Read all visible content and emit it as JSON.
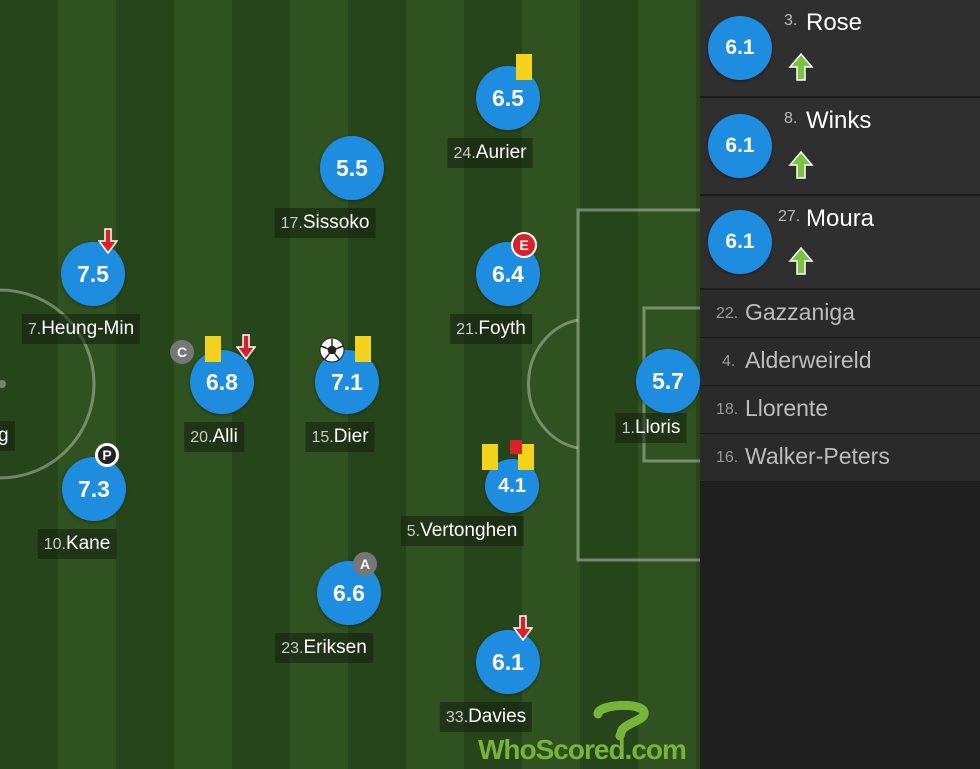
{
  "colors": {
    "rating_bg": "#1e8de0",
    "pitch_dark": "#27451a",
    "pitch_light": "#2f5220",
    "yellow_card": "#f2d21b",
    "red": "#d8222a",
    "sub_on_green": "#7bc142",
    "watermark_green": "#79b43a"
  },
  "players": [
    {
      "rating": "7.5",
      "number": "7.",
      "name": "Heung-Min",
      "icons": [
        "sub-off-icon"
      ]
    },
    {
      "rating": "7.3",
      "number": "10.",
      "name": "Kane",
      "icons": [
        "missed-penalty-icon"
      ]
    },
    {
      "rating": "6.8",
      "number": "20.",
      "name": "Alli",
      "icons": [
        "captain-badge-icon",
        "yellow-card-icon",
        "sub-off-icon"
      ],
      "captain_badge": "C"
    },
    {
      "rating": "7.1",
      "number": "15.",
      "name": "Dier",
      "icons": [
        "goal-ball-icon",
        "yellow-card-icon"
      ]
    },
    {
      "rating": "5.5",
      "number": "17.",
      "name": "Sissoko",
      "icons": []
    },
    {
      "rating": "6.6",
      "number": "23.",
      "name": "Eriksen",
      "icons": [
        "assist-badge-icon"
      ],
      "assist_badge": "A"
    },
    {
      "rating": "6.5",
      "number": "24.",
      "name": "Aurier",
      "icons": [
        "yellow-card-icon"
      ]
    },
    {
      "rating": "6.4",
      "number": "21.",
      "name": "Foyth",
      "icons": [
        "error-badge-icon"
      ],
      "error_badge": "E"
    },
    {
      "rating": "4.1",
      "number": "5.",
      "name": "Vertonghen",
      "icons": [
        "yellow-card-icon",
        "red-card-icon"
      ]
    },
    {
      "rating": "6.1",
      "number": "33.",
      "name": "Davies",
      "icons": [
        "sub-off-icon"
      ]
    },
    {
      "rating": "5.7",
      "number": "1.",
      "name": "Lloris",
      "icons": []
    }
  ],
  "substitutes_used": [
    {
      "rating": "6.1",
      "number": "3.",
      "name": "Rose",
      "icon": "sub-on-icon"
    },
    {
      "rating": "6.1",
      "number": "8.",
      "name": "Winks",
      "icon": "sub-on-icon"
    },
    {
      "rating": "6.1",
      "number": "27.",
      "name": "Moura",
      "icon": "sub-on-icon"
    }
  ],
  "substitutes_unused": [
    {
      "number": "22.",
      "name": "Gazzaniga"
    },
    {
      "number": "4.",
      "name": "Alderweireld"
    },
    {
      "number": "18.",
      "name": "Llorente"
    },
    {
      "number": "16.",
      "name": "Walker-Peters"
    }
  ],
  "partial_player": {
    "name_fragment": "g"
  },
  "watermark": {
    "text": "WhoScored.com"
  }
}
